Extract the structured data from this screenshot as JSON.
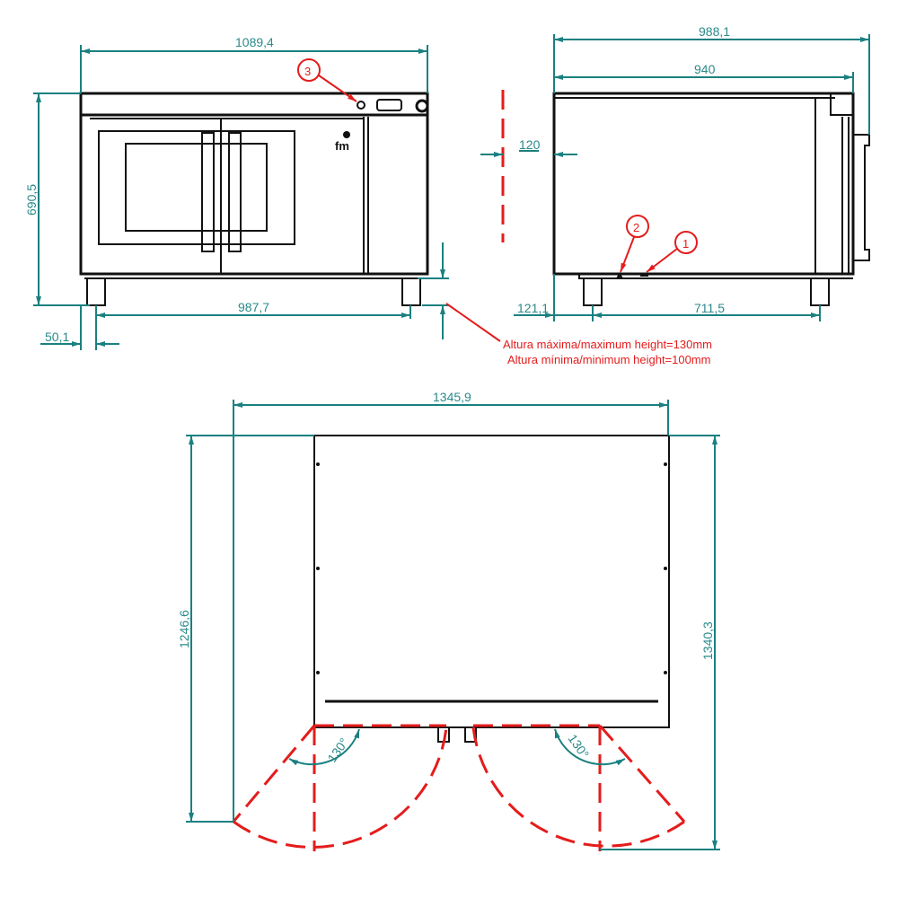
{
  "front_view": {
    "width_label": "1089,4",
    "height_label": "690,5",
    "feet_span_label": "987,7",
    "feet_offset_label": "50,1",
    "callout_3": "3",
    "logo_text": "fm"
  },
  "side_view": {
    "overall_depth_label": "988,1",
    "body_depth_label": "940",
    "clearance_label": "120",
    "rear_foot_offset_label": "121,1",
    "feet_span_label": "711,5",
    "callout_1": "1",
    "callout_2": "2"
  },
  "height_note": {
    "max": "Altura máxima/maximum height=130mm",
    "min": "Altura mínima/minimum height=100mm"
  },
  "plan_view": {
    "width_label": "1345,9",
    "depth_label": "1246,6",
    "depth_open_label": "1340,3",
    "door_angle_left": "130°",
    "door_angle_right": "130°"
  },
  "colors": {
    "dimension": "#1b8080",
    "annotation": "#e41c1c",
    "outline": "#111111"
  }
}
